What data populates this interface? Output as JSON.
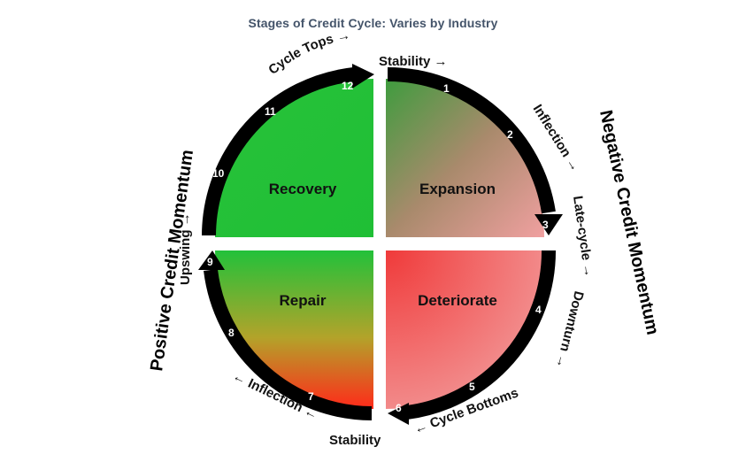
{
  "title": "Stages of Credit Cycle: Varies by Industry",
  "quadrants": {
    "recovery": "Recovery",
    "expansion": "Expansion",
    "deteriorate": "Deteriorate",
    "repair": "Repair"
  },
  "side_labels": {
    "left": "Positive Credit  Momentum",
    "right": "Negative Credit Momentum"
  },
  "arc_labels": {
    "cycle_tops": "Cycle Tops →",
    "stability_top": "Stability →",
    "inflection_right": "Inflection →",
    "late_cycle": "Late-cycle →",
    "downturn": "Downturn →",
    "cycle_bottoms": "← Cycle Bottoms",
    "stability_bottom": "Stability",
    "inflection_left": "← Inflection ←",
    "upswing": "Upswing →"
  },
  "stages": [
    "1",
    "2",
    "3",
    "4",
    "5",
    "6",
    "7",
    "8",
    "9",
    "10",
    "11",
    "12"
  ],
  "colors": {
    "recovery": "#22c13a",
    "expansion_start": "#3f9e3f",
    "expansion_end": "#e8a0a0",
    "deteriorate": "#f04848",
    "repair_top": "#22c13a",
    "repair_bottom": "#ff2a1a",
    "title": "#44546a"
  }
}
